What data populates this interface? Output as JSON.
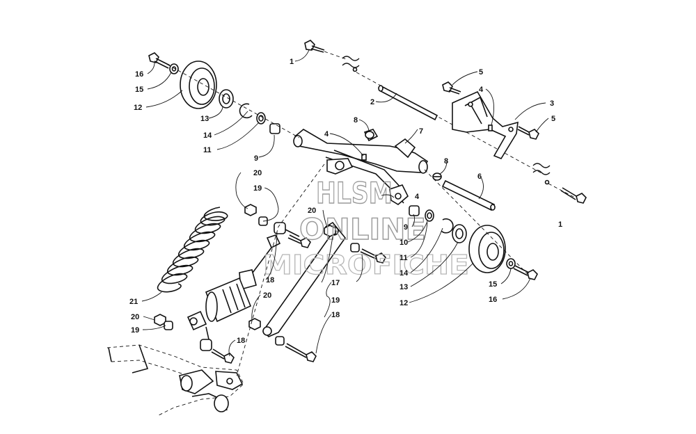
{
  "labels": [
    {
      "id": "L1a",
      "text": "1"
    },
    {
      "id": "L1b",
      "text": "1"
    },
    {
      "id": "L2",
      "text": "2"
    },
    {
      "id": "L3",
      "text": "3"
    },
    {
      "id": "L4a",
      "text": "4"
    },
    {
      "id": "L4b",
      "text": "4"
    },
    {
      "id": "L4c",
      "text": "4"
    },
    {
      "id": "L5a",
      "text": "5"
    },
    {
      "id": "L5b",
      "text": "5"
    },
    {
      "id": "L6",
      "text": "6"
    },
    {
      "id": "L7",
      "text": "7"
    },
    {
      "id": "L8a",
      "text": "8"
    },
    {
      "id": "L8b",
      "text": "8"
    },
    {
      "id": "L9a",
      "text": "9"
    },
    {
      "id": "L9b",
      "text": "9"
    },
    {
      "id": "L10",
      "text": "10"
    },
    {
      "id": "L11a",
      "text": "11"
    },
    {
      "id": "L11b",
      "text": "11"
    },
    {
      "id": "L12a",
      "text": "12"
    },
    {
      "id": "L12b",
      "text": "12"
    },
    {
      "id": "L13a",
      "text": "13"
    },
    {
      "id": "L13b",
      "text": "13"
    },
    {
      "id": "L14a",
      "text": "14"
    },
    {
      "id": "L14b",
      "text": "14"
    },
    {
      "id": "L15a",
      "text": "15"
    },
    {
      "id": "L15b",
      "text": "15"
    },
    {
      "id": "L16a",
      "text": "16"
    },
    {
      "id": "L16b",
      "text": "16"
    },
    {
      "id": "L17",
      "text": "17"
    },
    {
      "id": "L18a",
      "text": "18"
    },
    {
      "id": "L18b",
      "text": "18"
    },
    {
      "id": "L18c",
      "text": "18"
    },
    {
      "id": "L19a",
      "text": "19"
    },
    {
      "id": "L19b",
      "text": "19"
    },
    {
      "id": "L19c",
      "text": "19"
    },
    {
      "id": "L20a",
      "text": "20"
    },
    {
      "id": "L20b",
      "text": "20"
    },
    {
      "id": "L20c",
      "text": "20"
    },
    {
      "id": "L20d",
      "text": "20"
    },
    {
      "id": "L21",
      "text": "21"
    }
  ],
  "watermark": {
    "line1": "HLSM",
    "line2": "ONLINE",
    "line3": "MICROFICHE"
  }
}
